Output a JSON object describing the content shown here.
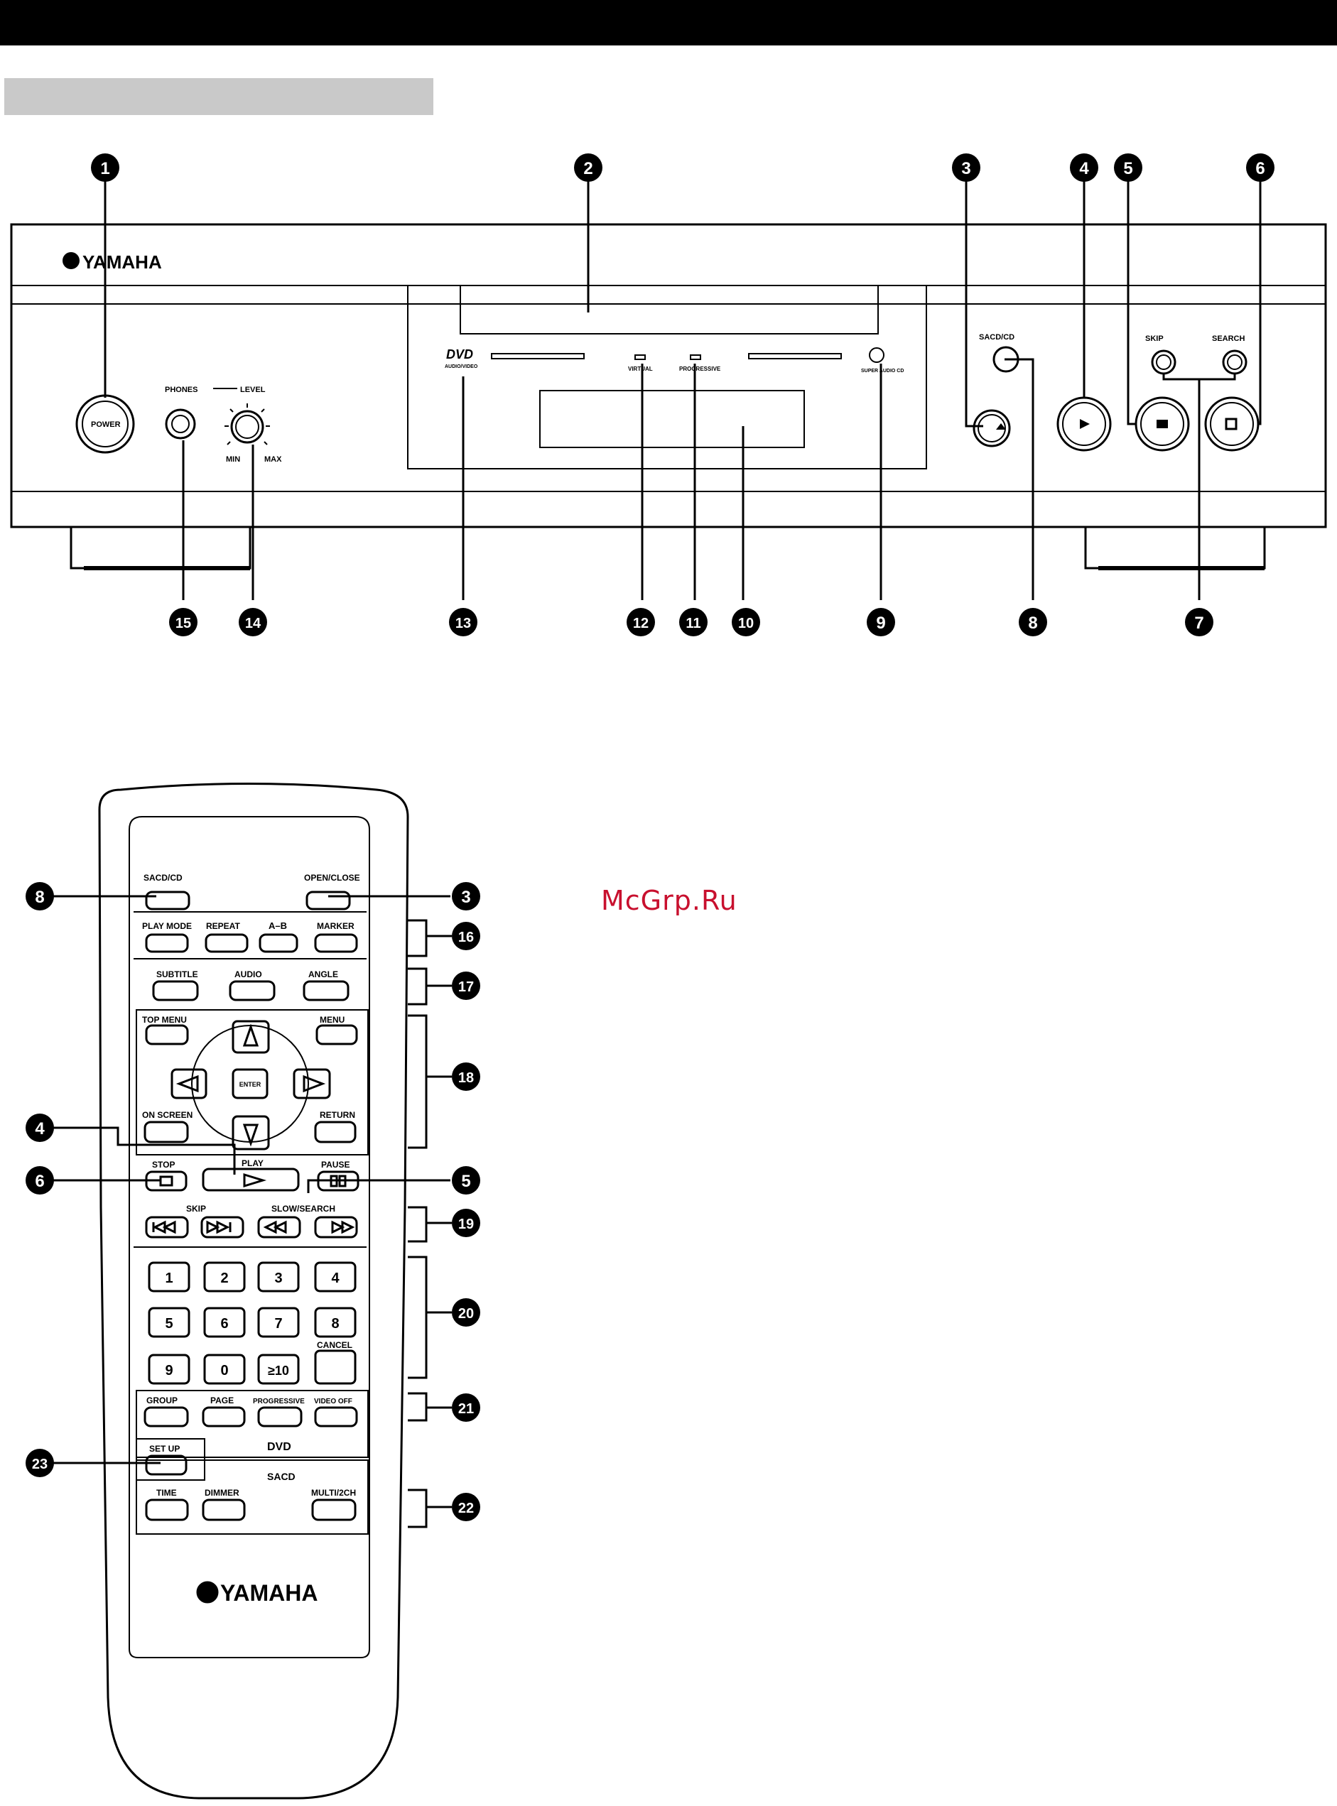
{
  "header": {
    "top_bar_color": "#000000",
    "section_bar_color": "#c9c9c9"
  },
  "watermark": "McGrp.Ru",
  "front_panel": {
    "brand": "YAMAHA",
    "power": "POWER",
    "phones": "PHONES",
    "level": "LEVEL",
    "level_min": "MIN",
    "level_max": "MAX",
    "dvd_logo": "DVD",
    "dvd_sub": "AUDIO/VIDEO",
    "virtual": "VIRTUAL",
    "progressive": "PROGRESSIVE",
    "sacd": "SUPER AUDIO CD",
    "sacd_cd": "SACD/CD",
    "skip_label": "SKIP",
    "search_label": "SEARCH"
  },
  "front_callouts": [
    "1",
    "2",
    "3",
    "4",
    "5",
    "6",
    "7",
    "8",
    "9",
    "10",
    "11",
    "12",
    "13",
    "14",
    "15"
  ],
  "remote": {
    "brand": "YAMAHA",
    "sacd_cd": "SACD/CD",
    "open_close": "OPEN/CLOSE",
    "play_mode": "PLAY MODE",
    "repeat": "REPEAT",
    "a_b": "A–B",
    "marker": "MARKER",
    "subtitle": "SUBTITLE",
    "audio": "AUDIO",
    "angle": "ANGLE",
    "top_menu": "TOP MENU",
    "menu": "MENU",
    "enter": "ENTER",
    "on_screen": "ON SCREEN",
    "return": "RETURN",
    "stop": "STOP",
    "play": "PLAY",
    "pause": "PAUSE",
    "skip": "SKIP",
    "slow_search": "SLOW/SEARCH",
    "keys": [
      "1",
      "2",
      "3",
      "4",
      "5",
      "6",
      "7",
      "8",
      "9",
      "0",
      "≥10"
    ],
    "cancel": "CANCEL",
    "group": "GROUP",
    "page": "PAGE",
    "progressive": "PROGRESSIVE",
    "video_off": "VIDEO OFF",
    "dvd_section": "DVD",
    "set_up": "SET UP",
    "sacd_section": "SACD",
    "time": "TIME",
    "dimmer": "DIMMER",
    "multi_2ch": "MULTI/2CH"
  },
  "remote_callouts": [
    "8",
    "3",
    "16",
    "17",
    "18",
    "4",
    "6",
    "5",
    "19",
    "20",
    "21",
    "23",
    "22"
  ]
}
